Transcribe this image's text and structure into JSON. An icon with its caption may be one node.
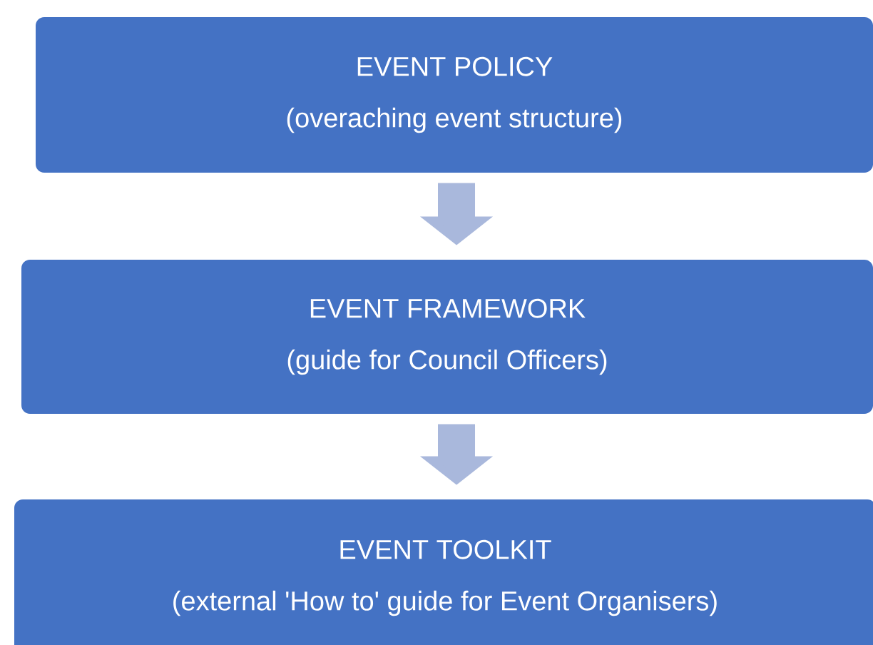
{
  "diagram": {
    "nodes": [
      {
        "text": [
          "EVENT POLICY",
          "(overaching event structure)"
        ]
      },
      {
        "text": [
          "EVENT FRAMEWORK",
          "(guide for Council Officers)"
        ]
      },
      {
        "text": [
          "EVENT TOOLKIT",
          "(external 'How to' guide for Event Organisers)"
        ]
      }
    ],
    "edges": [
      {
        "from": 0,
        "to": 1,
        "arrow": "to"
      },
      {
        "from": 1,
        "to": 2,
        "arrow": "to"
      }
    ]
  }
}
